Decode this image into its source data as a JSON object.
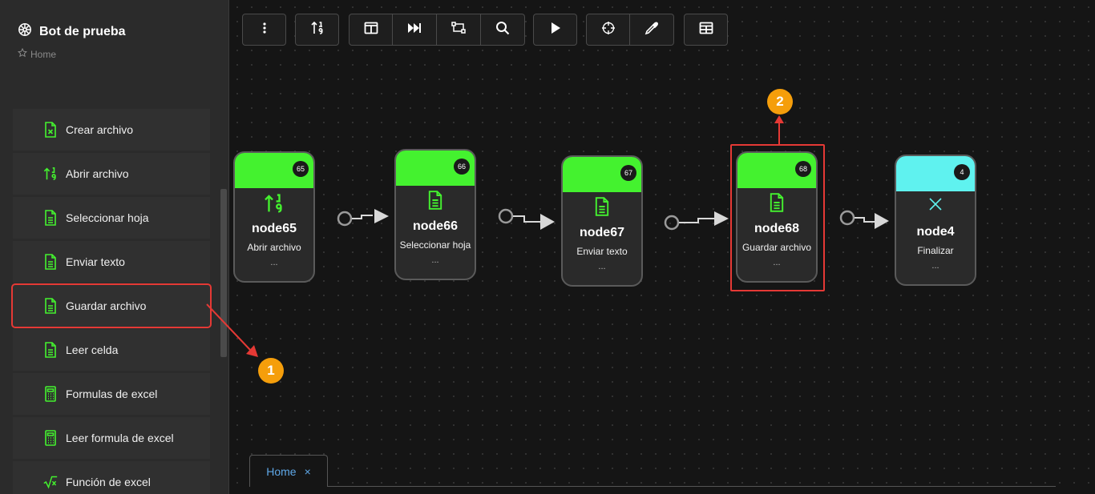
{
  "app": {
    "title": "Bot de prueba",
    "breadcrumb": "Home"
  },
  "sidebar": {
    "items": [
      {
        "label": "Crear archivo",
        "icon": "excel-file-icon"
      },
      {
        "label": "Abrir archivo",
        "icon": "sort-numeric-icon"
      },
      {
        "label": "Seleccionar hoja",
        "icon": "document-icon"
      },
      {
        "label": "Enviar texto",
        "icon": "document-icon"
      },
      {
        "label": "Guardar archivo",
        "icon": "document-icon"
      },
      {
        "label": "Leer celda",
        "icon": "document-icon"
      },
      {
        "label": "Formulas de excel",
        "icon": "calculator-icon"
      },
      {
        "label": "Leer formula de excel",
        "icon": "calculator-icon"
      },
      {
        "label": "Función de excel",
        "icon": "square-root-icon"
      }
    ]
  },
  "toolbar": {
    "buttons": [
      "more-vertical-icon",
      "sort-icon",
      "layout-icon",
      "skip-forward-icon",
      "transform-icon",
      "search-icon",
      "play-icon",
      "crosshair-icon",
      "eyedropper-icon",
      "table-icon"
    ]
  },
  "nodes": [
    {
      "name": "node65",
      "label": "Abrir archivo",
      "badge": "65",
      "dots": "...",
      "color": "#44f22f"
    },
    {
      "name": "node66",
      "label": "Seleccionar hoja",
      "badge": "66",
      "dots": "...",
      "color": "#44f22f"
    },
    {
      "name": "node67",
      "label": "Enviar texto",
      "badge": "67",
      "dots": "...",
      "color": "#44f22f"
    },
    {
      "name": "node68",
      "label": "Guardar archivo",
      "badge": "68",
      "dots": "...",
      "color": "#44f22f"
    },
    {
      "name": "node4",
      "label": "Finalizar",
      "badge": "4",
      "dots": "...",
      "color": "#5ff2ef"
    }
  ],
  "annotations": {
    "marker1": "1",
    "marker2": "2"
  },
  "tabs": [
    {
      "label": "Home",
      "close": "×"
    }
  ],
  "colors": {
    "accent_green": "#44f22f",
    "accent_cyan": "#5ff2ef",
    "highlight_red": "#e53935",
    "marker_orange": "#f59e0b",
    "tab_blue": "#5fa8e8"
  }
}
